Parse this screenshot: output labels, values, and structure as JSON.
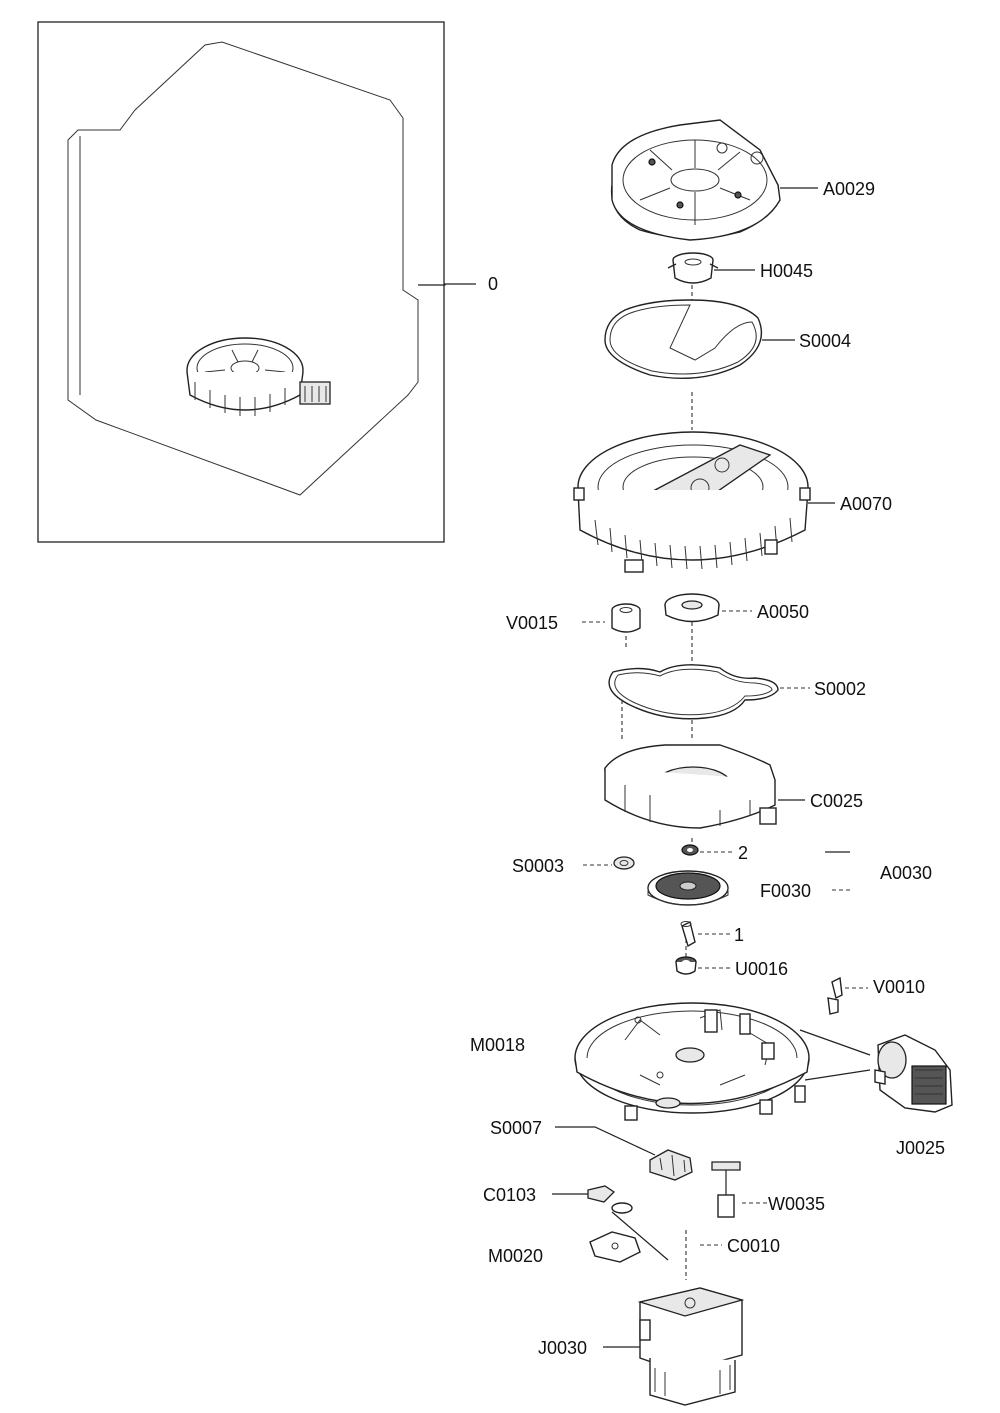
{
  "labels": {
    "assembly": "0",
    "A0029": "A0029",
    "H0045": "H0045",
    "S0004": "S0004",
    "A0070": "A0070",
    "V0015": "V0015",
    "A0050": "A0050",
    "S0002": "S0002",
    "C0025": "C0025",
    "S0003": "S0003",
    "item2": "2",
    "A0030": "A0030",
    "F0030": "F0030",
    "item1": "1",
    "U0016": "U0016",
    "V0010": "V0010",
    "M0018": "M0018",
    "J0025": "J0025",
    "S0007": "S0007",
    "C0103": "C0103",
    "W0035": "W0035",
    "M0020": "M0020",
    "C0010": "C0010",
    "J0030": "J0030"
  }
}
